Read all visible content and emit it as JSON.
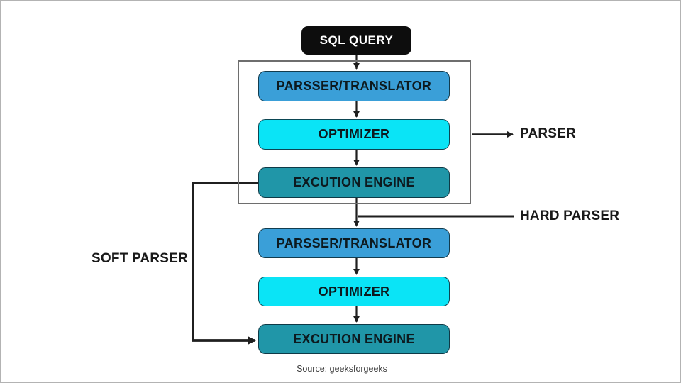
{
  "diagram": {
    "query_box": {
      "label": "SQL QUERY"
    },
    "parser_group": {
      "boxes": [
        {
          "label": "PARSSER/TRANSLATOR"
        },
        {
          "label": "OPTIMIZER"
        },
        {
          "label": "EXCUTION ENGINE"
        }
      ]
    },
    "soft_group": {
      "boxes": [
        {
          "label": "PARSSER/TRANSLATOR"
        },
        {
          "label": "OPTIMIZER"
        },
        {
          "label": "EXCUTION ENGINE"
        }
      ]
    },
    "annotations": {
      "parser": "PARSER",
      "hard_parser": "HARD PARSER",
      "soft_parser": "SOFT PARSER"
    },
    "caption": "Source: geeksforgeeks",
    "colors": {
      "query_box_bg": "#0d0d0d",
      "translator_bg": "#3a9fd8",
      "optimizer_bg": "#0ae4f6",
      "engine_bg": "#2096a8",
      "box_border": "#0c2a36",
      "container_border": "#6e6e6e",
      "line": "#1f1f1f"
    }
  }
}
